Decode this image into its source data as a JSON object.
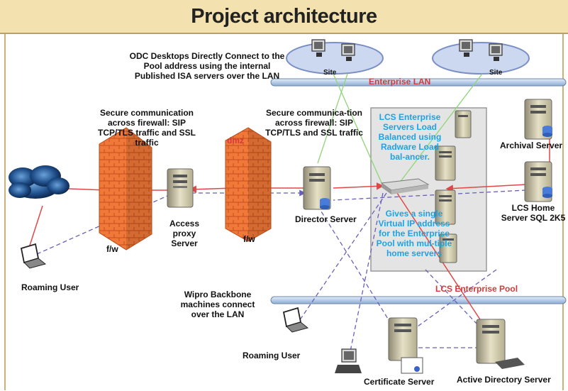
{
  "title": "Project architecture",
  "colors": {
    "title_bg": "#f3e2b0",
    "lan_bar": "#c6d9ef",
    "pool_box": "#e4e4e4",
    "red_link": "#e04848",
    "blue_label": "#19a4e8",
    "red_label": "#d43a3a",
    "firewall": "#f07838"
  },
  "icons": [
    "cloud-icon",
    "firewall-icon",
    "server-icon",
    "desktop-icon",
    "laptop-icon",
    "load-balancer-icon",
    "database-icon"
  ],
  "lan": {
    "top_label": "Enterprise LAN",
    "bottom_label": "LCS Enterprise Pool",
    "site_label": "Site"
  },
  "notes": {
    "odc": "ODC Desktops Directly Connect to the Pool address using the internal Published ISA servers over the LAN",
    "secure_left": "Secure communication across firewall: SIP TCP/TLS traffic and SSL traffic",
    "secure_mid": "Secure communica-tion across firewall: SIP TCP/TLS and SSL traffic",
    "dmz": "dmz",
    "lcs_lb": "LCS Enterprise Servers Load Balanced using Radware Load bal-ancer.",
    "vip": "Gives a single Virtual IP address for the Enterprise Pool with mul-tiple home servers",
    "wipro": "Wipro Backbone machines connect over the LAN"
  },
  "nodes": {
    "fw_left": "f/w",
    "fw_right": "f/w",
    "access_proxy": "Access proxy Server",
    "director": "Director Server",
    "archival": "Archival Server",
    "lcs_home": "LCS Home Server SQL 2K5",
    "roaming_left": "Roaming User",
    "roaming_bottom": "Roaming User",
    "certificate": "Certificate Server",
    "active_directory": "Active Directory Server"
  }
}
